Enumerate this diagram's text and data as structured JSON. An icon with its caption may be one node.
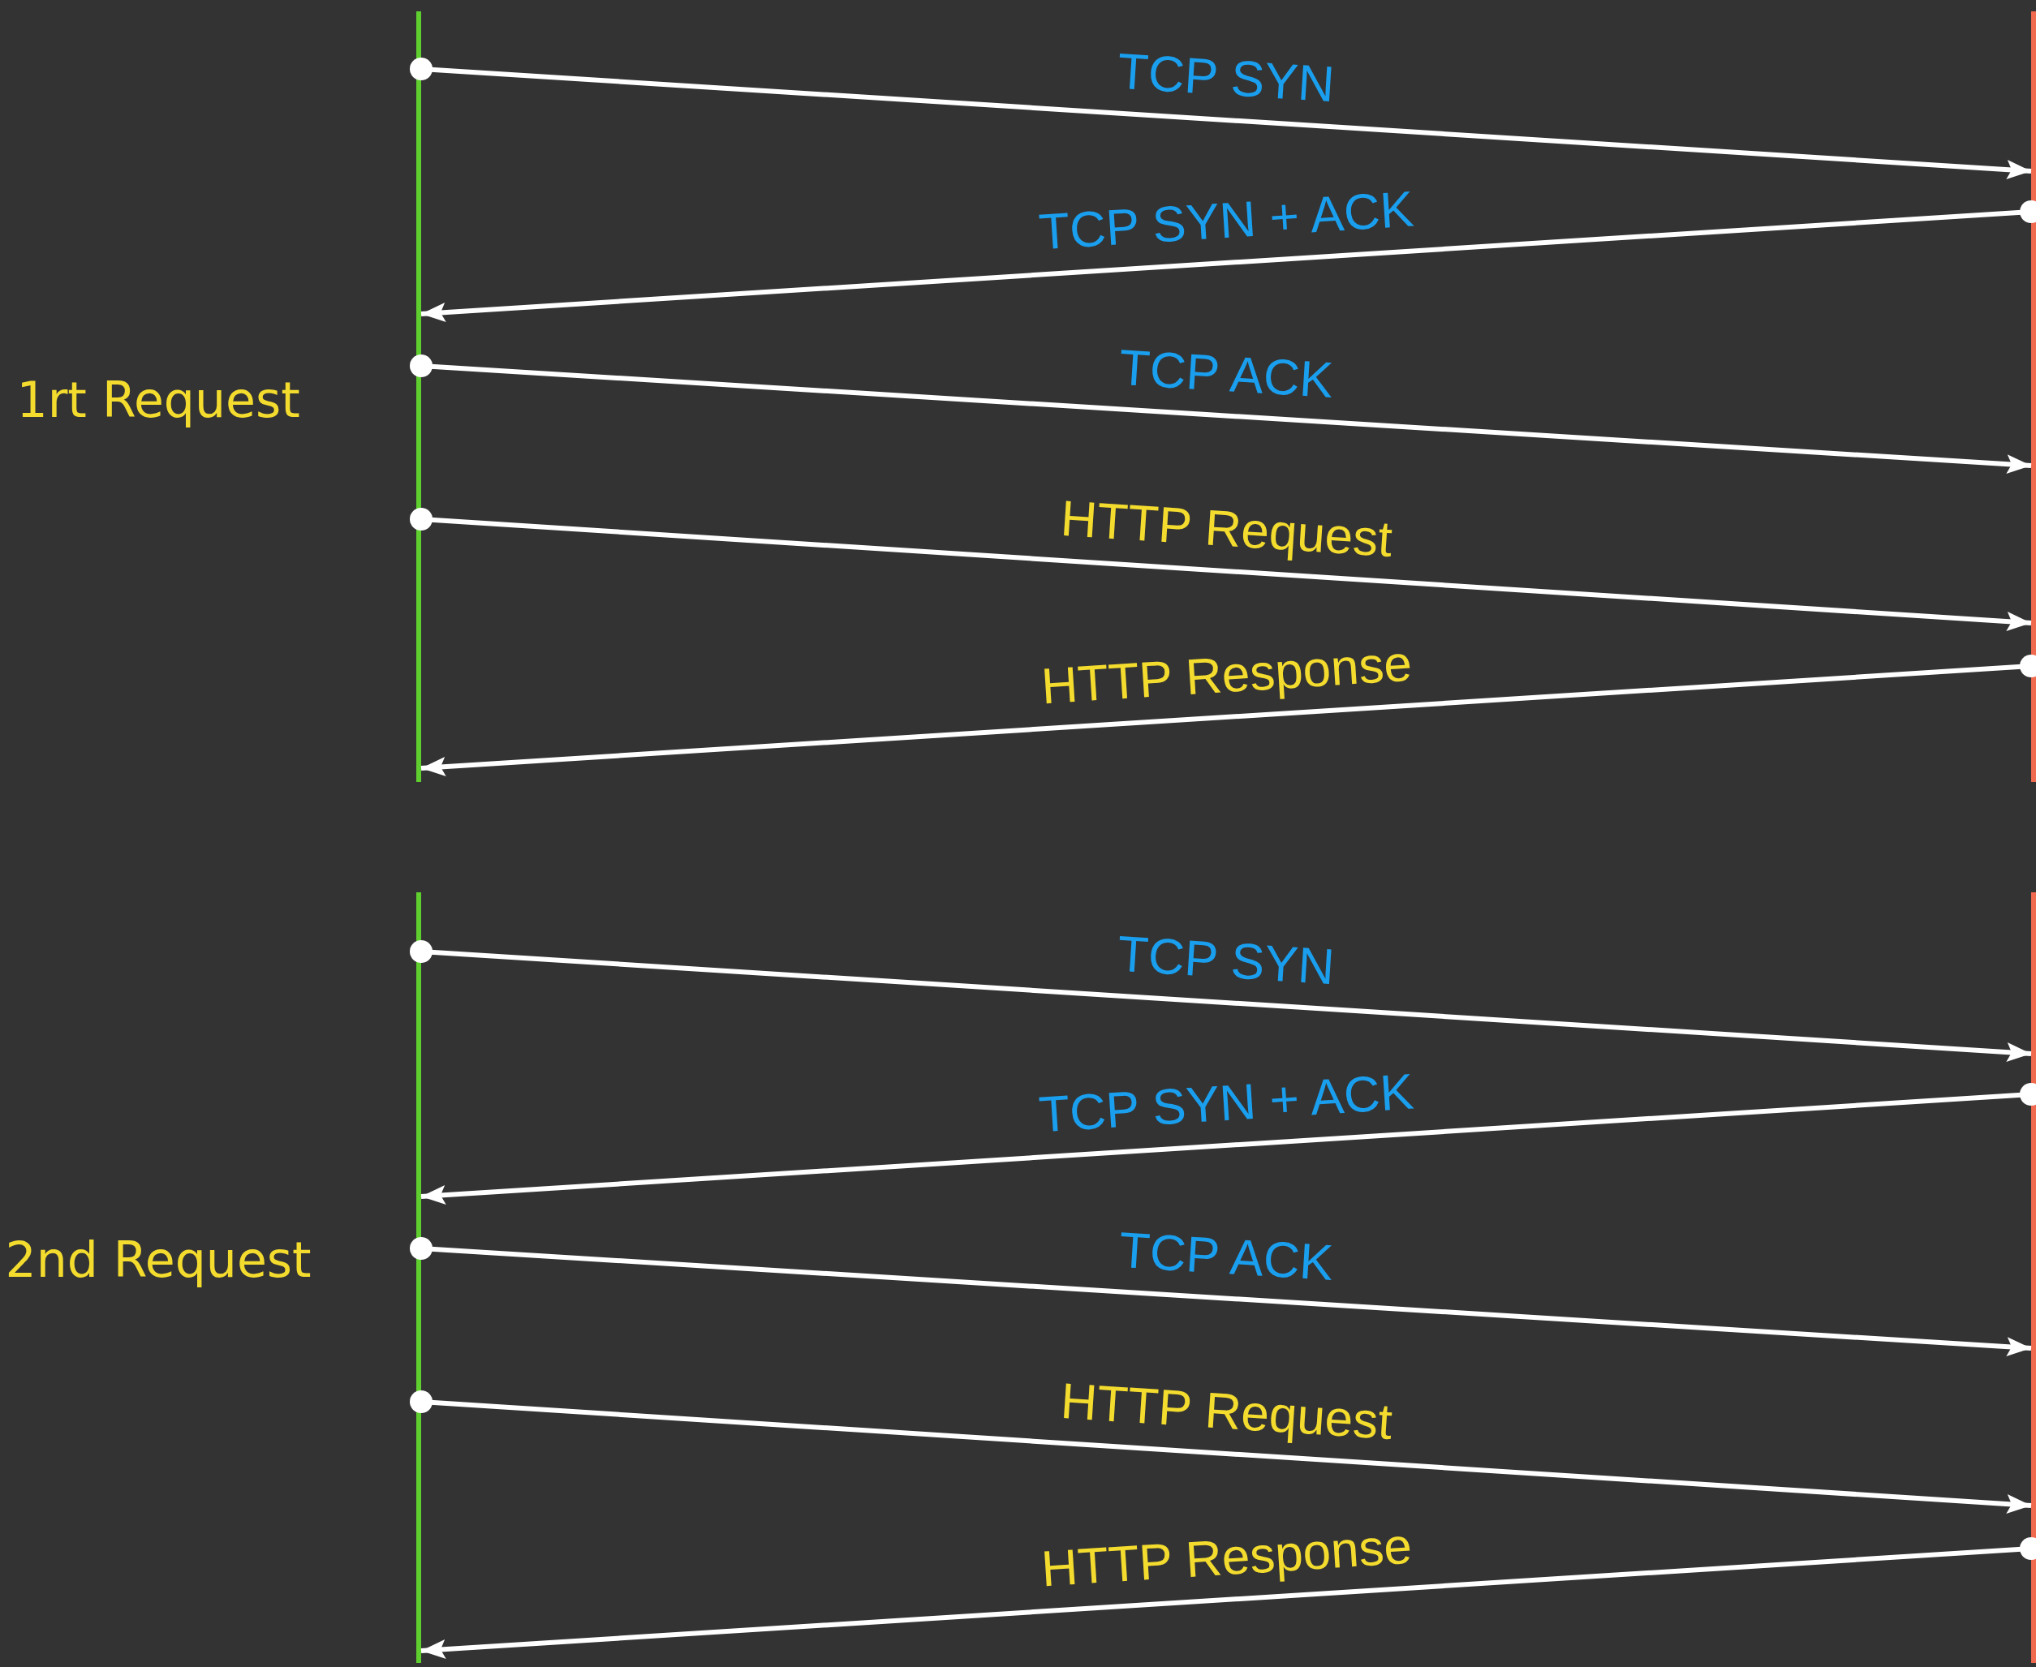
{
  "diagram": {
    "nodes": [
      {
        "text": [],
        "shape": "bar"
      },
      {
        "text": [],
        "shape": "bar"
      },
      {
        "text": [],
        "shape": "bar"
      },
      {
        "text": [],
        "shape": "bar"
      }
    ],
    "edges": [
      {
        "from": 0,
        "to": 1,
        "arrow": "to",
        "label": "TCP SYN"
      },
      {
        "from": 1,
        "to": 0,
        "arrow": "to",
        "label": "TCP SYN + ACK"
      },
      {
        "from": 0,
        "to": 1,
        "arrow": "to",
        "label": "TCP ACK"
      },
      {
        "from": 0,
        "to": 1,
        "arrow": "to",
        "label": "HTTP Request"
      },
      {
        "from": 1,
        "to": 0,
        "arrow": "to",
        "label": "HTTP Response"
      },
      {
        "from": 2,
        "to": 3,
        "arrow": "to",
        "label": "TCP SYN"
      },
      {
        "from": 3,
        "to": 2,
        "arrow": "to",
        "label": "TCP SYN + ACK"
      },
      {
        "from": 2,
        "to": 3,
        "arrow": "to",
        "label": "TCP ACK"
      },
      {
        "from": 2,
        "to": 3,
        "arrow": "to",
        "label": "HTTP Request"
      },
      {
        "from": 3,
        "to": 2,
        "arrow": "to",
        "label": "HTTP Response"
      }
    ],
    "labels": [
      "1rt Request",
      "2nd Request"
    ]
  }
}
